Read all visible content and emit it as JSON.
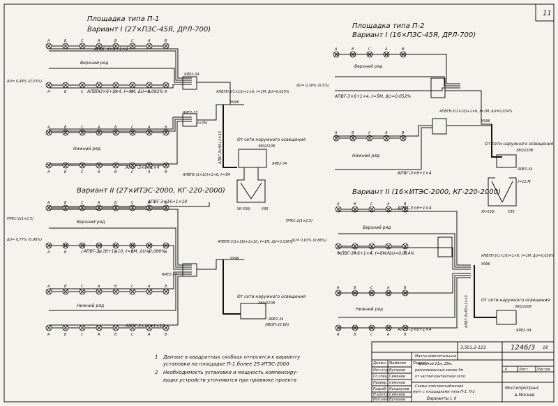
{
  "sheet_no": "11",
  "left": {
    "title": "Площадка типа П-1",
    "v1": {
      "title": "Вариант I (27×ПЗС-45Я, ДРЛ-700)",
      "top_row": "Верхний ряд",
      "bottom_row": "Нижний ряд",
      "delta_u": "ΔU= 0,48% (0,53%)",
      "cable_top": "АПВГ-3×6+1×4",
      "cable_mid": "АПВГ-3×6+1×4, ℓ=9М, ΔU=0,092%",
      "cable_bot": "АПВГ-3×6+1×4",
      "box1": "ЯЯЕ2-34",
      "box2": "ЯЯЕ2-33",
      "feed": "АПВГВ-3(1×10)+1×6, ℓ=1М, ΔU=0,025%",
      "y996": "У996",
      "riser": "АПВГ-3×95+1×10",
      "len": "ℓ=7М",
      "outdoor": "От сети наружного освещения",
      "v380": "380/220В",
      "yaye": "ЯЯЕ2-34",
      "feed2": "АПВГВ-(1×10)+1×6, ℓ=3М",
      "uk": "УК-03Б-",
      "uz5": "УЭ5"
    },
    "v2": {
      "title": "Вариант II (27×ИТЭС-2000, КГ-220-2000)",
      "prks": "ПРКС-2(1×2,5)",
      "delta_u": "ΔU= 0,77% (0,98%)",
      "top_row": "Верхний ряд",
      "bottom_row": "Нижний ряд",
      "cable_top": "АПВГ-3×16+1×10",
      "cable_mid": "АПВГ-3×16+1×10, ℓ=9М, ΔU=0,086%",
      "cable_bot": "АПВГ-3×16+1×10",
      "box1": "ЯЯЕ2-34",
      "feed": "АПВГВ-3(1×16)+1×10, ℓ=1М, ΔU=0,036%",
      "y996": "У996",
      "outdoor": "От сети наружного освещения",
      "v380": "380/220В",
      "yaye": "ЯЯЕ2-34",
      "yaye_alt": "(ЯВЗП-25 БК)"
    }
  },
  "right": {
    "title": "Площадка типа П-2",
    "v1": {
      "title": "Вариант I (16×ПЗС-45Я, ДРЛ-700)",
      "top_row": "Верхний ряд",
      "bottom_row": "Нижний ряд",
      "delta_u": "ΔU= 0,38% (0,5%)",
      "cable_mid": "АПВГ-3×6+1×4, ℓ=5М, ΔU=0,052%",
      "cable_bot": "АПВГ-3×6+1×4",
      "feed": "АПВГВ-3(1×10)+1×6, ℓ=1М, ΔU=0,034%",
      "y996": "У996",
      "outdoor": "От сети наружного освещения",
      "v380": "380/220В",
      "yaye": "ЯЯЕ2-34",
      "len": "ℓ=12 М",
      "uk": "УК-03Б-",
      "uz5": "УЭ5"
    },
    "v2": {
      "title": "Вариант II (16×ИТЭС-2000, КГ-220-2000)",
      "prks": "ПРКС-2(1×2,5)",
      "delta_u": "ΔU= 0,63% (0,86%)",
      "top_row": "Верхний ряд",
      "bottom_row": "Нижний ряд",
      "cable_top": "АПВГ-3×6+1×4",
      "cable_mid": "АПВГ-3×6+1×4, ℓ=6М, ΔU=0,014%",
      "cable_bot": "АПВГ-3×6+1×4",
      "feed": "АПВГВ-3(1×16)+1×6, ℓ=1М, ΔU=0,036%",
      "y996": "У996",
      "riser": "АПВГ-3×95+1×10",
      "outdoor": "От сети наружного освещения",
      "v380": "380/220В",
      "yaye": "ЯЯЕ2-34"
    }
  },
  "notes": {
    "n1_a": "Данные в квадратных скобках относятся к варианту",
    "n1_b": "установки на площадке П-1 более 25 ИТЭС-2000",
    "n2_a": "Необходимость установки и мощность компенсиру-",
    "n2_b": "ющих устройств уточняются при привязке проекта"
  },
  "stamp": {
    "code": "3.501.2-123",
    "sheet_ref": "1246/3",
    "sheet_ref_no": "18",
    "desc_a": "Мачты осветительные",
    "desc_b": "высотой 21м, 28м,",
    "desc_c": "расположенные менее 5м",
    "desc_d": "от частей контактной сети",
    "scheme_a": "Схемы электроснабжения",
    "scheme_b": "мачт с площадками типа П-1, П-2",
    "scheme_c": "Варианты I, II",
    "org_a": "Мосгипротранс",
    "org_b": "в Москве",
    "stage": "Р",
    "sheet": "Лист",
    "sheets": "Листов",
    "roles": [
      "Нач.отд.",
      "Гл.спец.",
      "Провер.",
      "Разраб.",
      "Н.контр.",
      "Исп.нач."
    ],
    "names": [
      "Вуташов",
      "Симонов",
      "Симонов",
      "Кандаулов",
      "Симонов",
      "Вуташов"
    ],
    "col_sign": "Подпись",
    "col_name": "Фамилия",
    "col_role": "Должн."
  },
  "lamp_labels": [
    "А",
    "В",
    "С"
  ]
}
